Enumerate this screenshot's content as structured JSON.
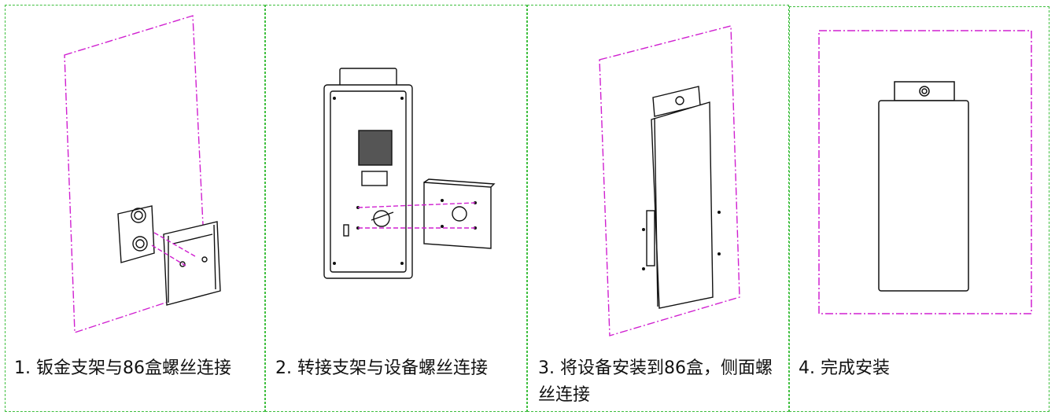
{
  "steps": [
    {
      "caption": "1. 钣金支架与86盒螺丝连接"
    },
    {
      "caption": "2. 转接支架与设备螺丝连接"
    },
    {
      "caption": "3. 将设备安装到86盒，侧面螺丝连接"
    },
    {
      "caption": "4. 完成安装"
    }
  ],
  "colors": {
    "frame": "#3fbf3f",
    "wall": "#d020d0",
    "line": "#111111"
  }
}
